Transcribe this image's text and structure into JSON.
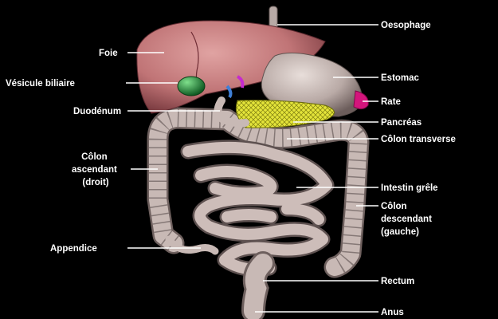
{
  "labels": {
    "oesophage": "Oesophage",
    "foie": "Foie",
    "vesicule": "Vésicule biliaire",
    "estomac": "Estomac",
    "duodenum": "Duodénum",
    "rate": "Rate",
    "pancreas": "Pancréas",
    "colon_transverse": "Côlon transverse",
    "colon_ascendant": [
      "Côlon",
      "ascendant",
      "(droit)"
    ],
    "intestin_grele": "Intestin grêle",
    "colon_descendant": [
      "Côlon",
      "descendant",
      "(gauche)"
    ],
    "appendice": "Appendice",
    "rectum": "Rectum",
    "anus": "Anus"
  },
  "colors": {
    "background": "#000000",
    "text": "#ffffff",
    "liver": "#c9787a",
    "gallbladder": "#1f8a3a",
    "stomach": "#bdb0ad",
    "pancreas": "#e2e233",
    "spleen": "#d4157c",
    "intestine": "#c9b8b4"
  }
}
